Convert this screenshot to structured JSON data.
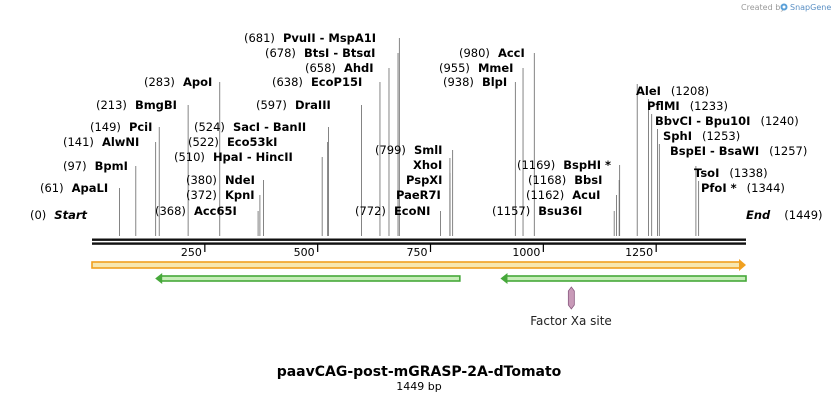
{
  "credit": {
    "text": "Created by",
    "brand": "SnapGene"
  },
  "map": {
    "title": "paavCAG-post-mGRASP-2A-dTomato",
    "length_label": "1449 bp",
    "length": 1449,
    "ticks": [
      {
        "label": "250",
        "value": 250
      },
      {
        "label": "500",
        "value": 500
      },
      {
        "label": "750",
        "value": 750
      },
      {
        "label": "1000",
        "value": 1000
      },
      {
        "label": "1250",
        "value": 1250
      }
    ],
    "start_label": {
      "pos": "(0)",
      "name": "Start"
    },
    "end_label": {
      "name": "End",
      "pos": "(1449)"
    },
    "enzymes": [
      {
        "pos": "(61)",
        "name": "ApaLI",
        "site": 61
      },
      {
        "pos": "(97)",
        "name": "BpmI",
        "site": 97
      },
      {
        "pos": "(141)",
        "name": "AlwNI",
        "site": 141
      },
      {
        "pos": "(149)",
        "name": "PciI",
        "site": 149
      },
      {
        "pos": "(213)",
        "name": "BmgBI",
        "site": 213
      },
      {
        "pos": "(283)",
        "name": "ApoI",
        "site": 283
      },
      {
        "pos": "(368)",
        "name": "Acc65I",
        "site": 368
      },
      {
        "pos": "(372)",
        "name": "KpnI",
        "site": 372
      },
      {
        "pos": "(380)",
        "name": "NdeI",
        "site": 380
      },
      {
        "pos": "(510)",
        "name": "HpaI",
        "name2": "HincII",
        "site": 510
      },
      {
        "pos": "(522)",
        "name": "Eco53kI",
        "site": 522
      },
      {
        "pos": "(524)",
        "name": "SacI",
        "name2": "BanII",
        "site": 524
      },
      {
        "pos": "(597)",
        "name": "DraIII",
        "site": 597
      },
      {
        "pos": "(638)",
        "name": "EcoP15I",
        "site": 638
      },
      {
        "pos": "(658)",
        "name": "AhdI",
        "site": 658
      },
      {
        "pos": "(678)",
        "name": "BtsI",
        "name2": "BtsαI",
        "site": 678
      },
      {
        "pos": "(681)",
        "name": "PvuII",
        "name2": "MspA1I",
        "site": 681
      },
      {
        "pos": "(772)",
        "name": "EcoNI",
        "site": 772
      },
      {
        "pos": "",
        "name": "PaeR7I",
        "site": 793
      },
      {
        "pos": "",
        "name": "PspXI",
        "site": 793
      },
      {
        "pos": "",
        "name": "XhoI",
        "site": 793
      },
      {
        "pos": "(799)",
        "name": "SmlI",
        "site": 799
      },
      {
        "pos": "(938)",
        "name": "BlpI",
        "site": 938
      },
      {
        "pos": "(955)",
        "name": "MmeI",
        "site": 955
      },
      {
        "pos": "(980)",
        "name": "AccI",
        "site": 980
      },
      {
        "pos": "(1157)",
        "name": "Bsu36I",
        "site": 1157
      },
      {
        "pos": "(1162)",
        "name": "AcuI",
        "site": 1162
      },
      {
        "pos": "(1168)",
        "name": "BbsI",
        "site": 1168
      },
      {
        "pos": "(1169)",
        "name": "BspHI *",
        "site": 1169
      },
      {
        "pos": "(1208)",
        "name": "AleI",
        "site": 1208
      },
      {
        "pos": "(1233)",
        "name": "PflMI",
        "site": 1233
      },
      {
        "pos": "(1240)",
        "name": "BbvCI",
        "name2": "Bpu10I",
        "site": 1240
      },
      {
        "pos": "(1253)",
        "name": "SphI",
        "site": 1253
      },
      {
        "pos": "(1257)",
        "name": "BspEI",
        "name2": "BsaWI",
        "site": 1257
      },
      {
        "pos": "(1338)",
        "name": "TsoI",
        "site": 1338
      },
      {
        "pos": "(1344)",
        "name": "PfoI *",
        "site": 1344
      }
    ],
    "features": [
      {
        "name": "",
        "type": "orange-arrow",
        "start": 0,
        "end": 1449,
        "color": "#f0a020",
        "fill": "#f7e7b0"
      },
      {
        "name": "",
        "type": "green-arrow-rev",
        "start": 140,
        "end": 815,
        "color": "#46a83a",
        "fill": "#c6edb8"
      },
      {
        "name": "",
        "type": "green-arrow-rev",
        "start": 905,
        "end": 1449,
        "color": "#46a83a",
        "fill": "#c6edb8"
      }
    ],
    "site_feature": {
      "name": "Factor Xa site",
      "site": 1062,
      "color": "#c89ab8"
    }
  }
}
